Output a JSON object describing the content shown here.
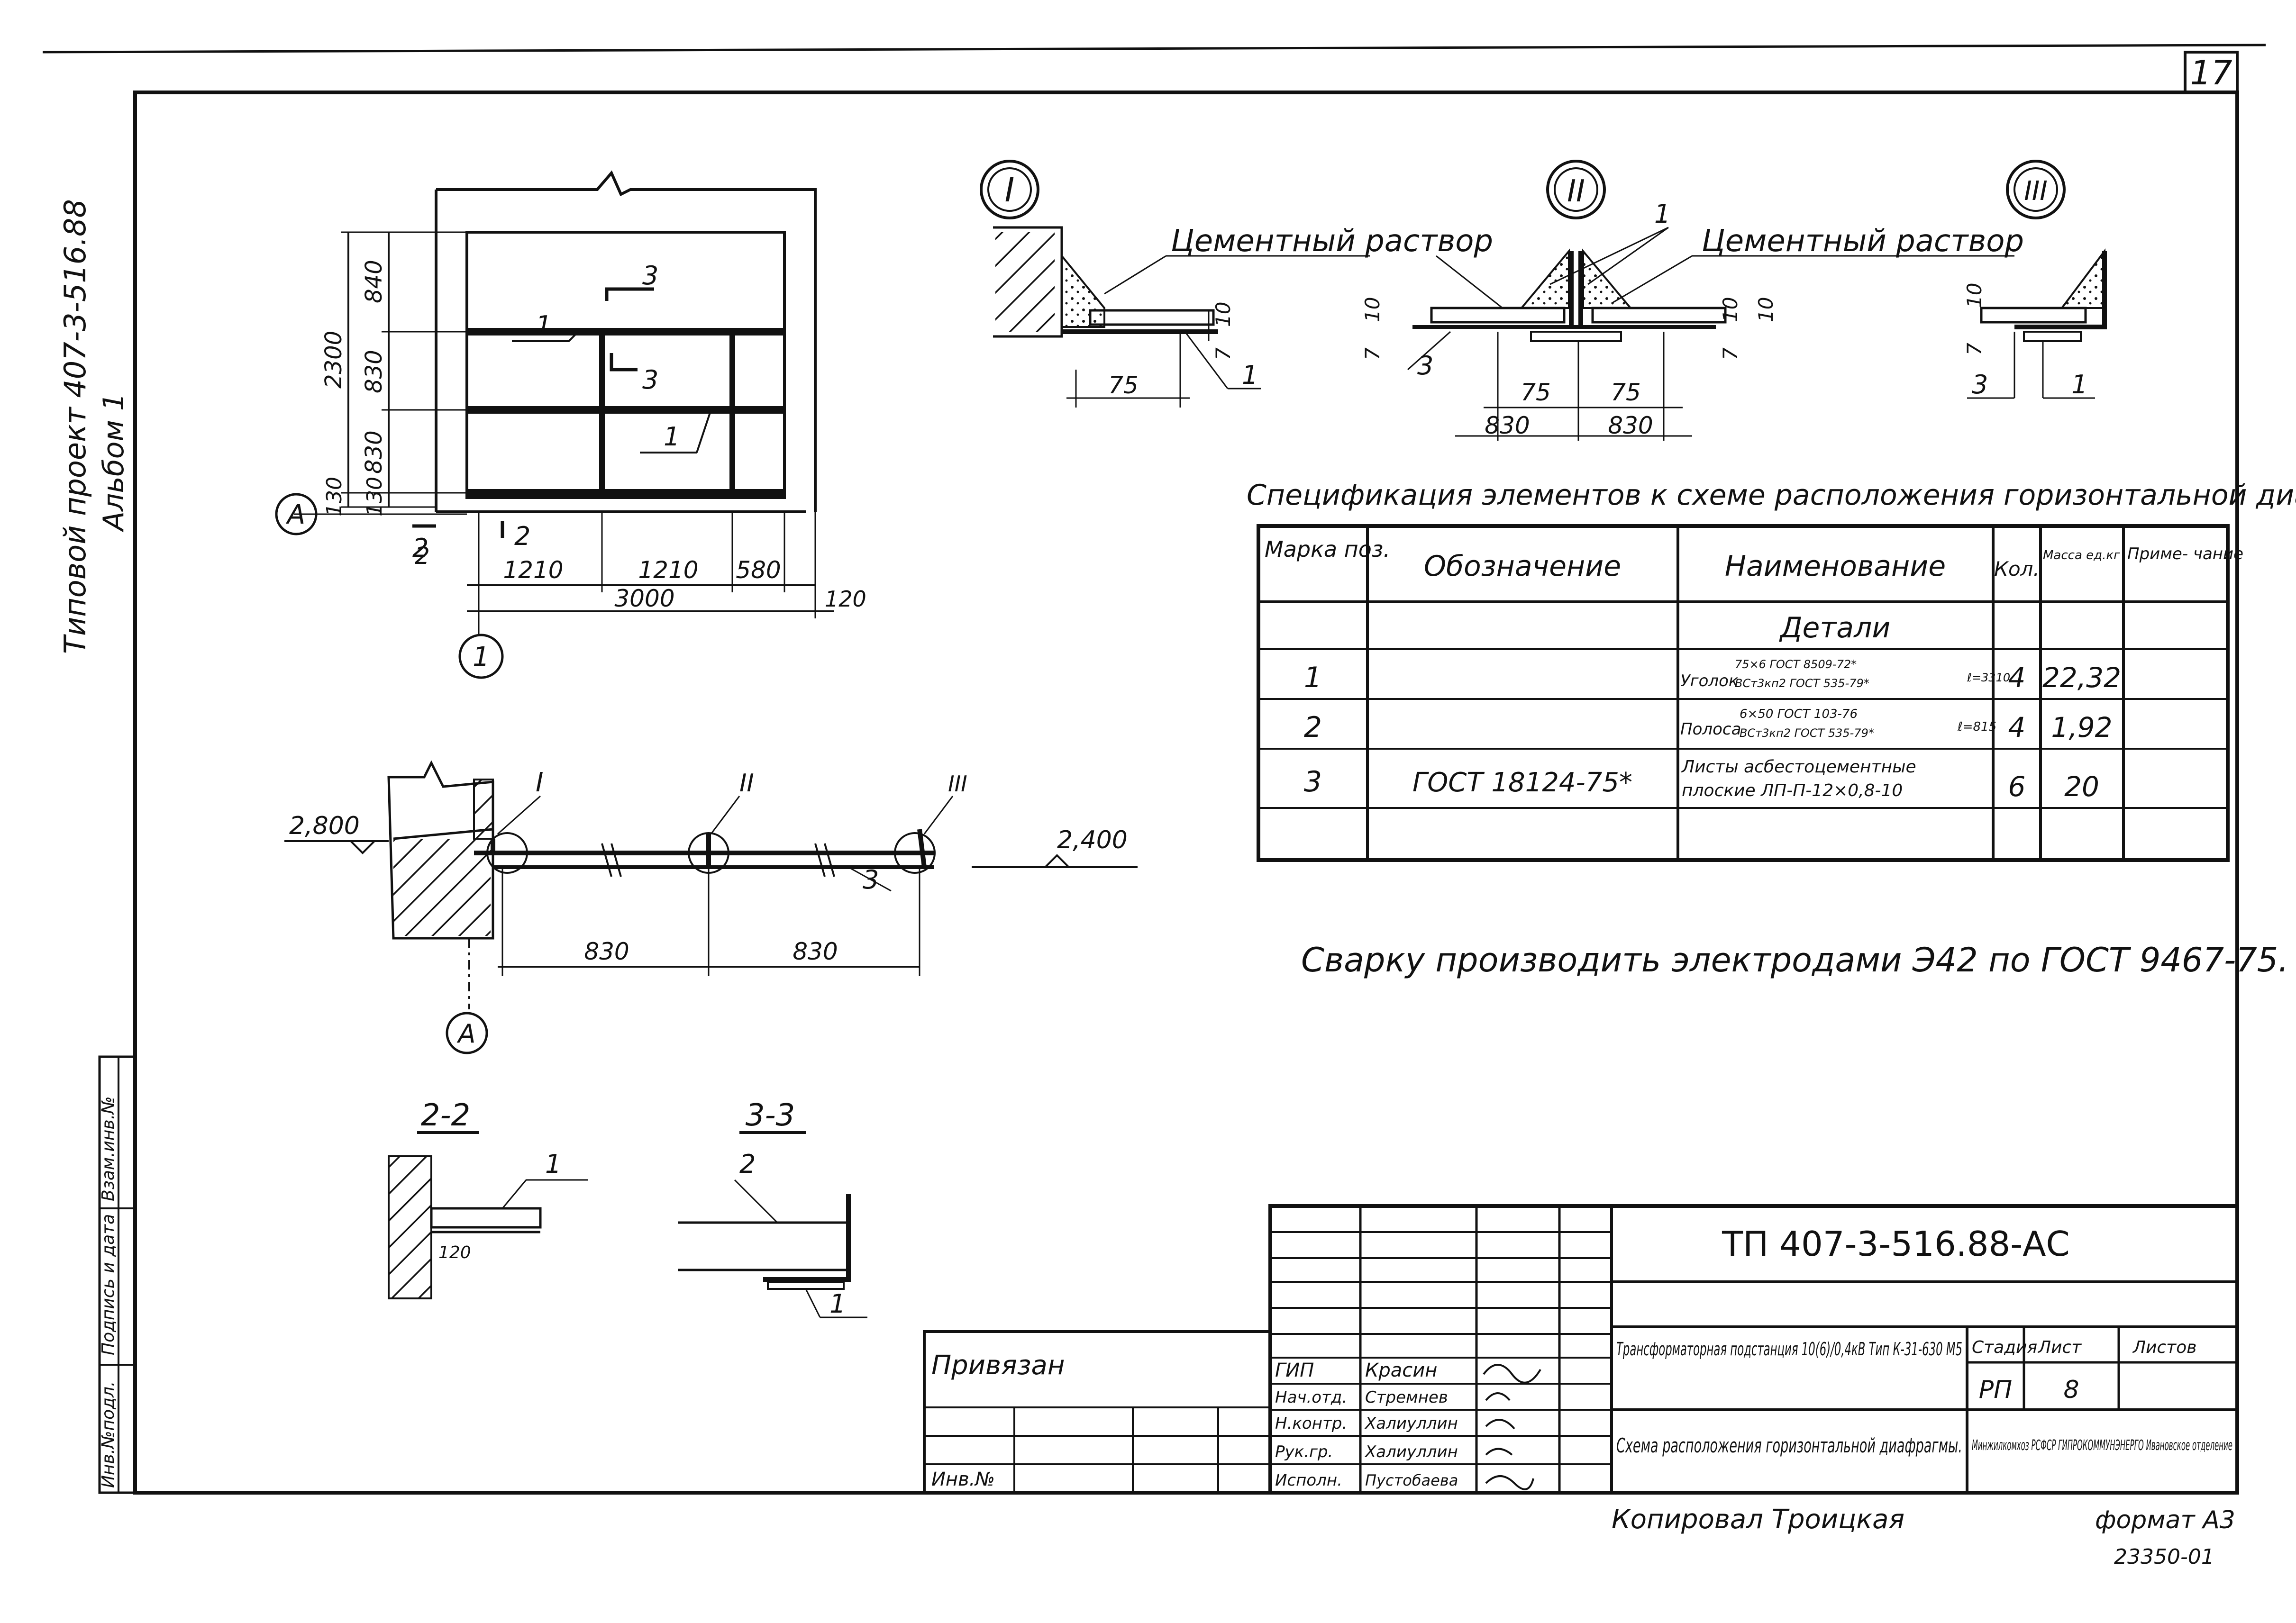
{
  "sheet": {
    "page_number": "17",
    "side_title": "Типовой проект 407-3-516.88",
    "side_album": "Альбом 1",
    "side_stamp": {
      "inv_podl": "Инв.№подл.",
      "podpis_data": "Подпись и дата",
      "vzam_inv": "Взам.инв.№"
    },
    "copied_by": "Копировал Троицкая",
    "format": "формат А3",
    "archive_number": "23350-01"
  },
  "plan": {
    "axis_a": "А",
    "axis_1": "1",
    "section_mark_3": "3",
    "section_mark_2": "2",
    "callout_1a": "1",
    "callout_1b": "1",
    "dim_total_height": "2300",
    "dim_v": [
      "840",
      "830",
      "830",
      "130",
      "130"
    ],
    "dim_h": [
      "1210",
      "1210",
      "580"
    ],
    "dim_total_width": "3000",
    "dim_right": "120",
    "dim_left_2": "2"
  },
  "details": {
    "roman": [
      "I",
      "II",
      "III"
    ],
    "mortar_1": "Цементный раствор",
    "mortar_2": "Цементный раствор",
    "labels": {
      "d10a": "10",
      "d7a": "7",
      "d75a": "75",
      "c1a": "1",
      "d10b": "10",
      "d7b": "7",
      "c3b": "3",
      "c1b": "1",
      "d75b": "75",
      "d75c": "75",
      "d830a": "830",
      "d830b": "830",
      "d10c": "10",
      "d10d": "10",
      "d7c": "7",
      "d10e": "10",
      "d7d": "7",
      "c3c": "3",
      "c1c": "1"
    }
  },
  "section": {
    "level_left": "2,800",
    "level_right": "2,400",
    "roman": [
      "I",
      "II",
      "III"
    ],
    "callout_3": "3",
    "dim_830a": "830",
    "dim_830b": "830",
    "axis": "А"
  },
  "sections_small": {
    "s22_title": "2-2",
    "s22_callout": "1",
    "s22_dim": "120",
    "s33_title": "3-3",
    "s33_callout_2": "2",
    "s33_callout_1": "1"
  },
  "spec": {
    "title": "Спецификация элементов к схеме расположения горизонтальной диафрагмы",
    "headers": {
      "mark": "Марка поз.",
      "designation": "Обозначение",
      "name": "Наименование",
      "qty": "Кол.",
      "mass": "Масса ед.кг",
      "note": "Приме- чание"
    },
    "group": "Детали",
    "rows": [
      {
        "mark": "1",
        "designation": "",
        "name_main": "Уголок",
        "name_top": "75×6 ГОСТ 8509-72*",
        "name_bottom": "ВСт3кп2 ГОСТ 535-79*",
        "name_len": "ℓ=3310",
        "qty": "4",
        "mass": "22,32"
      },
      {
        "mark": "2",
        "designation": "",
        "name_main": "Полоса",
        "name_top": "6×50 ГОСТ 103-76",
        "name_bottom": "ВСт3кп2 ГОСТ 535-79*",
        "name_len": "ℓ=815",
        "qty": "4",
        "mass": "1,92"
      },
      {
        "mark": "3",
        "designation": "ГОСТ 18124-75*",
        "name_main": "Листы асбестоцементные",
        "name_top": "плоские ЛП-П-12×0,8-10",
        "name_bottom": "",
        "name_len": "",
        "qty": "6",
        "mass": "20"
      }
    ]
  },
  "note": "Сварку производить электродами Э42 по ГОСТ 9467-75.",
  "title_block": {
    "code": "ТП  407-3-516.88-АС",
    "project_name": "Трансформаторная подстанция 10(6)/0,4кВ Тип К-31-630 М5",
    "sheet_name": "Схема расположения горизонтальной диафрагмы.",
    "stage_label": "Стадия",
    "sheet_label": "Лист",
    "sheets_label": "Листов",
    "stage": "РП",
    "sheet": "8",
    "sheets": "",
    "org": "Минжилкомхоз РСФСР ГИПРОКОММУНЭНЕРГО Ивановское отделение",
    "bound_label": "Привязан",
    "inv_label": "Инв.№",
    "roles": [
      {
        "role": "ГИП",
        "name": "Красин"
      },
      {
        "role": "Нач.отд.",
        "name": "Стремнев"
      },
      {
        "role": "Н.контр.",
        "name": "Халиуллин"
      },
      {
        "role": "Рук.гр.",
        "name": "Халиуллин"
      },
      {
        "role": "Исполн.",
        "name": "Пустобаева"
      }
    ]
  }
}
